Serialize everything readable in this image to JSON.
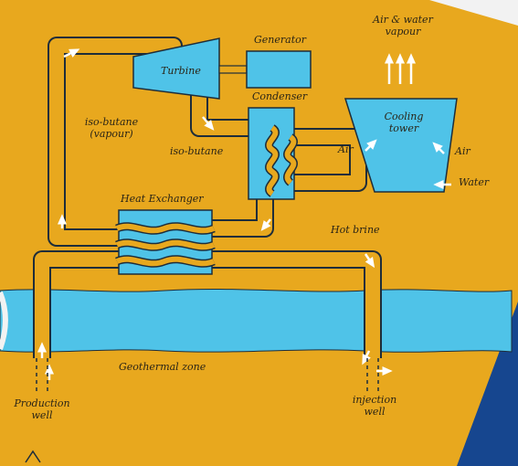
{
  "labels": {
    "turbine": "Turbine",
    "generator": "Generator",
    "condenser": "Condenser",
    "cooling_tower": "Cooling\ntower",
    "vapour_out": "Air & water\nvapour",
    "isobutane_vapour": "iso-butane\n(vapour)",
    "isobutane": "iso-butane",
    "heat_exchanger": "Heat Exchanger",
    "air_left": "Air",
    "air_right": "Air",
    "water": "Water",
    "hot_brine": "Hot brine",
    "geothermal_zone": "Geothermal zone",
    "production_well": "Production\nwell",
    "injection_well": "injection\nwell"
  },
  "colors": {
    "background": "#e8a81e",
    "component_blue": "#4fc3e8",
    "outline": "#1e2d3a",
    "arrow": "#ffffff",
    "sign_edge": "#16468f"
  },
  "icons": [
    "flow-arrow-icon",
    "vapour-arrow-icon"
  ]
}
